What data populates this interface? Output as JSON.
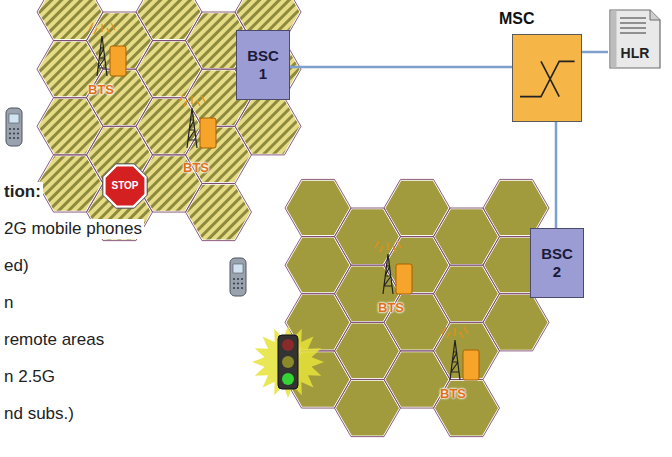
{
  "diagram": {
    "nodes": [
      {
        "text": [
          "BSC 1"
        ]
      },
      {
        "text": [
          "MSC"
        ]
      },
      {
        "text": [
          "HLR"
        ]
      },
      {
        "text": [
          "BSC 2"
        ]
      }
    ],
    "edges": [
      {
        "from": 0,
        "to": 1,
        "arrow": "none"
      },
      {
        "from": 1,
        "to": 2,
        "arrow": "none"
      },
      {
        "from": 1,
        "to": 3,
        "arrow": "none"
      }
    ],
    "labels": [
      "BTS",
      "BTS",
      "STOP",
      "BTS",
      "BTS",
      "tion:",
      "2G mobile phones",
      "ed)",
      "n",
      "remote areas",
      "n 2.5G",
      "nd subs.)"
    ]
  }
}
